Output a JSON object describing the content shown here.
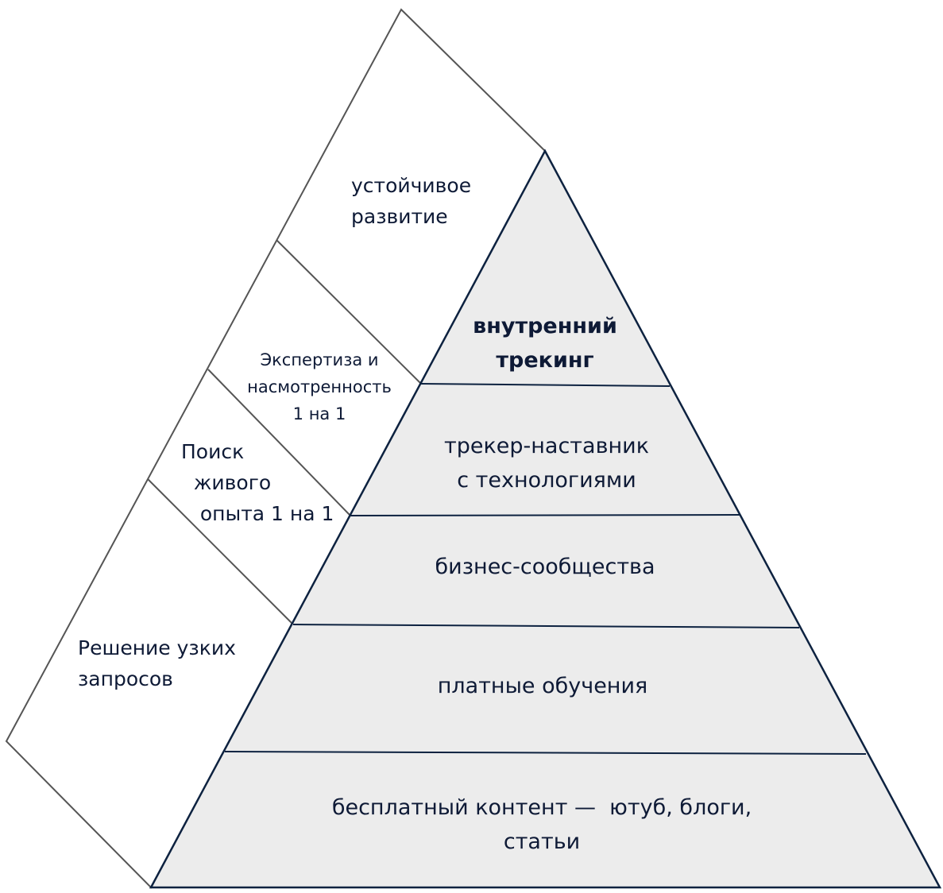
{
  "colors": {
    "triangle_fill": "#ececec",
    "triangle_stroke": "#0d2240",
    "side_stroke": "#555555",
    "text": "#0e1a36"
  },
  "side_labels": [
    "устойчивое\nразвитие",
    "Экспертиза и\nнасмотренность\n1 на 1",
    "Поиск\n  живого\n   опыта 1 на 1",
    "Решение узких\nзапросов"
  ],
  "pyramid_levels": [
    "внутренний\nтрекинг",
    "трекер-наставник\nс технологиями",
    "бизнес-сообщества",
    "платные обучения",
    "бесплатный контент —  ютуб, блоги,\nстатьи"
  ]
}
